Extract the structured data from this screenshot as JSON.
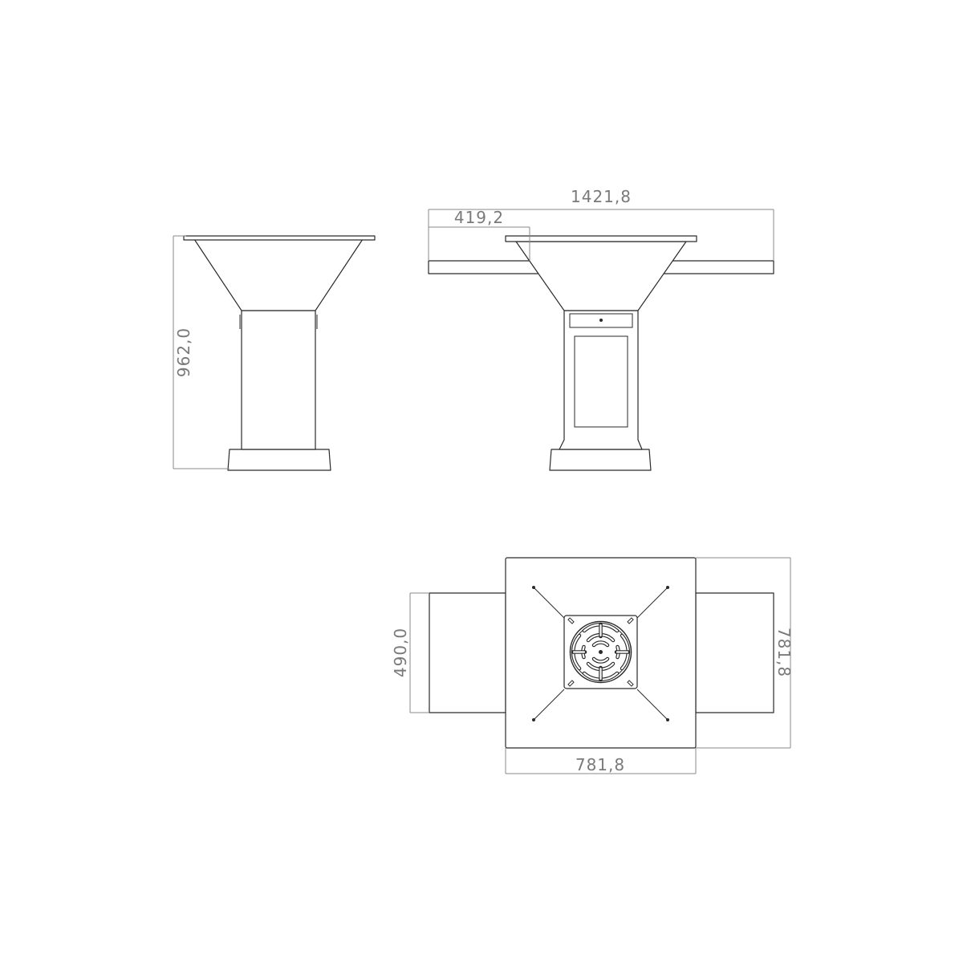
{
  "dimensions": {
    "side_height": "962,0",
    "front_total_width": "1421,8",
    "front_shelf_width": "419,2",
    "top_depth": "490,0",
    "top_height": "781,8",
    "top_width": "781,8"
  },
  "colors": {
    "outline": "#2a2a2a",
    "dimension_line": "#8a8a8a",
    "dimension_text": "#7a7a7a",
    "background": "#ffffff"
  }
}
